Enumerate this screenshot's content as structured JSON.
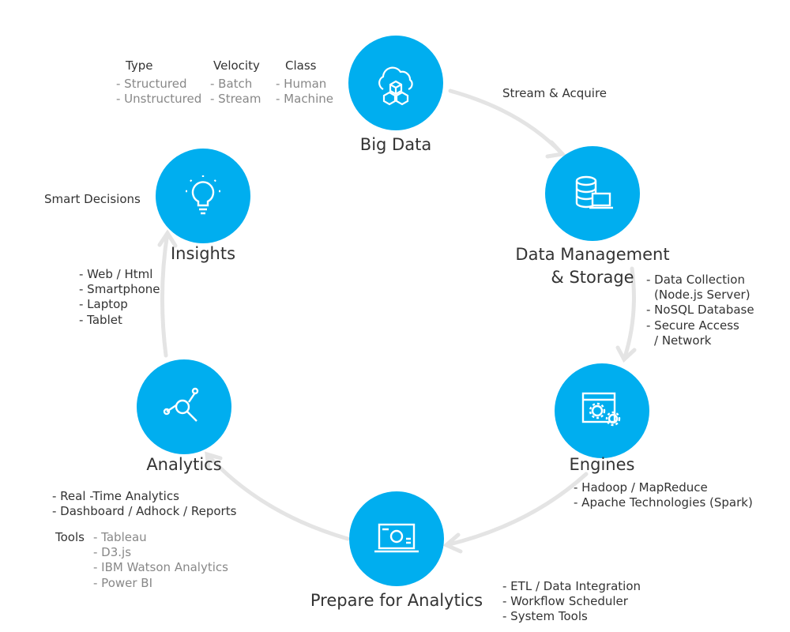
{
  "colors": {
    "accent": "#00aeef",
    "arc": "#e4e4e4"
  },
  "nodes": {
    "big_data": {
      "label": "Big Data",
      "icon": "cloud-cubes-icon"
    },
    "data_mgmt": {
      "label1": "Data Management",
      "label2": "& Storage",
      "icon": "database-laptop-icon"
    },
    "engines": {
      "label": "Engines",
      "icon": "window-gears-icon"
    },
    "prepare": {
      "label": "Prepare for Analytics",
      "icon": "laptop-chart-icon"
    },
    "analytics": {
      "label": "Analytics",
      "icon": "magnifier-graph-icon"
    },
    "insights": {
      "label": "Insights",
      "icon": "lightbulb-icon"
    }
  },
  "big_data_attrs": {
    "type": {
      "title": "Type",
      "items": [
        "- Structured",
        "- Unstructured"
      ]
    },
    "velocity": {
      "title": "Velocity",
      "items": [
        "- Batch",
        "- Stream"
      ]
    },
    "class": {
      "title": "Class",
      "items": [
        "- Human",
        "- Machine"
      ]
    }
  },
  "stream_acquire": "Stream & Acquire",
  "data_mgmt_items": [
    "- Data Collection",
    "(Node.js Server)",
    "- NoSQL Database",
    "- Secure Access",
    "/ Network"
  ],
  "engines_items": [
    "- Hadoop / MapReduce",
    "- Apache Technologies (Spark)"
  ],
  "prepare_items": [
    "- ETL / Data Integration",
    "- Workflow Scheduler",
    "- System Tools"
  ],
  "analytics_items": [
    "- Real -Time Analytics",
    "- Dashboard / Adhock / Reports"
  ],
  "tools": {
    "title": "Tools",
    "items": [
      "- Tableau",
      "- D3.js",
      "- IBM Watson Analytics",
      "- Power BI"
    ]
  },
  "insights_items": [
    "- Web / Html",
    "- Smartphone",
    "- Laptop",
    "- Tablet"
  ],
  "smart_decisions": "Smart Decisions"
}
